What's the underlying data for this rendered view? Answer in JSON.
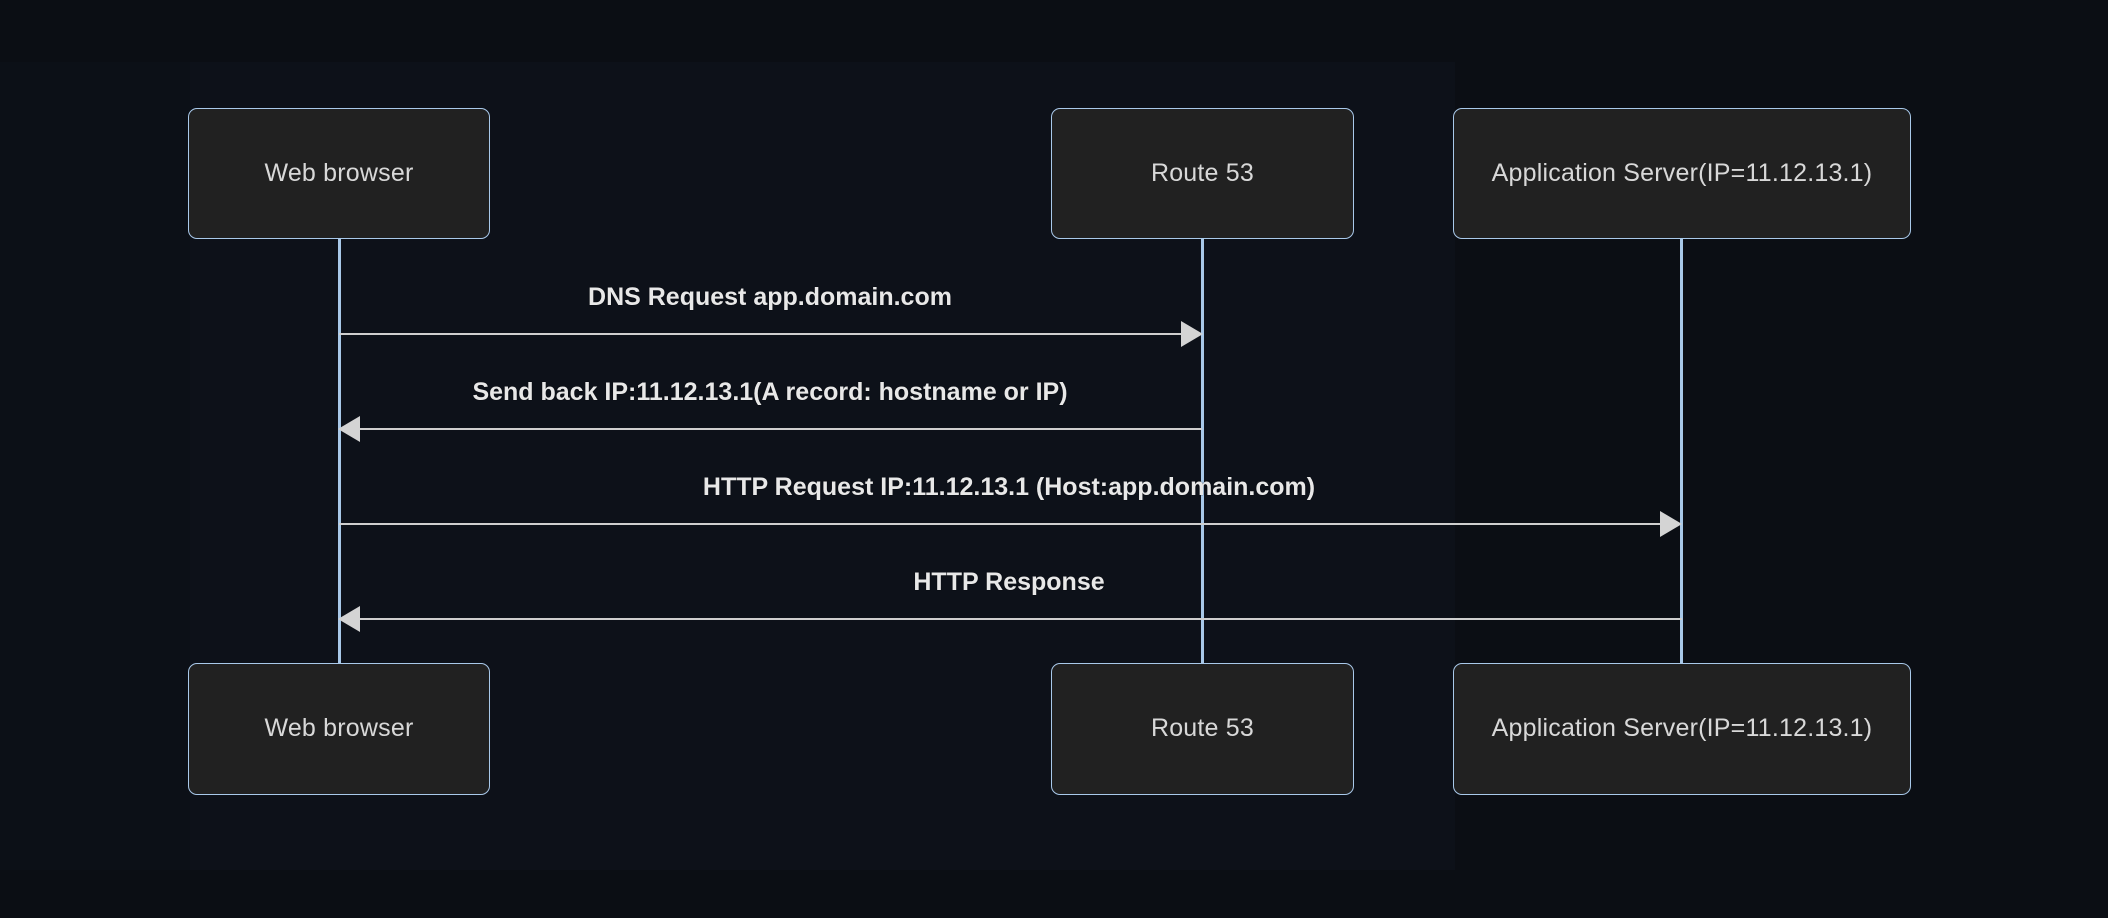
{
  "diagram": {
    "type": "sequence-diagram",
    "title": "",
    "colors": {
      "background": "#0b0e14",
      "box_fill": "#212121",
      "box_border": "#a9c9ea",
      "lifeline": "#a8c8e8",
      "message_line": "#cfcfcf",
      "text": "#e8e8e8"
    },
    "participants": [
      {
        "id": "web-browser",
        "label": "Web browser"
      },
      {
        "id": "route-53",
        "label": "Route 53"
      },
      {
        "id": "application-server",
        "label": "Application Server(IP=11.12.13.1)"
      }
    ],
    "messages": [
      {
        "id": "dns-request",
        "label": "DNS Request app.domain.com",
        "from": "web-browser",
        "to": "route-53",
        "direction": "right"
      },
      {
        "id": "dns-response",
        "label": "Send back IP:11.12.13.1(A record: hostname or IP)",
        "from": "route-53",
        "to": "web-browser",
        "direction": "left"
      },
      {
        "id": "http-request",
        "label": "HTTP Request IP:11.12.13.1 (Host:app.domain.com)",
        "from": "web-browser",
        "to": "application-server",
        "direction": "right"
      },
      {
        "id": "http-response",
        "label": "HTTP Response",
        "from": "application-server",
        "to": "web-browser",
        "direction": "left"
      }
    ]
  }
}
